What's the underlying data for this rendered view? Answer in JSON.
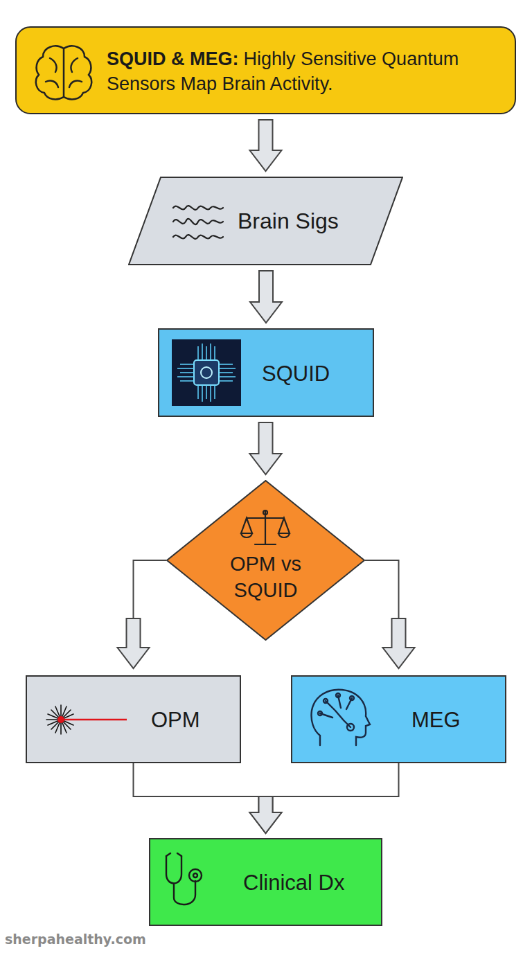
{
  "diagram": {
    "nodes": [
      {
        "text": [
          "SQUID & MEG:",
          "Highly Sensitive Quantum Sensors Map Brain Activity."
        ]
      },
      {
        "text": [
          "Brain Sigs"
        ]
      },
      {
        "text": [
          "SQUID"
        ]
      },
      {
        "text": [
          "OPM vs SQUID"
        ]
      },
      {
        "text": [
          "OPM"
        ]
      },
      {
        "text": [
          "MEG"
        ]
      },
      {
        "text": [
          "Clinical Dx"
        ]
      }
    ],
    "edges": [
      {
        "from": 0,
        "to": 1,
        "arrow": "to"
      },
      {
        "from": 1,
        "to": 2,
        "arrow": "to"
      },
      {
        "from": 2,
        "to": 3,
        "arrow": "to"
      },
      {
        "from": 3,
        "to": 4,
        "arrow": "to"
      },
      {
        "from": 3,
        "to": 5,
        "arrow": "to"
      },
      {
        "from": 4,
        "to": 6,
        "arrow": "to"
      },
      {
        "from": 5,
        "to": 6,
        "arrow": "to"
      }
    ],
    "labels": [
      "sherpahealthy.com"
    ]
  }
}
